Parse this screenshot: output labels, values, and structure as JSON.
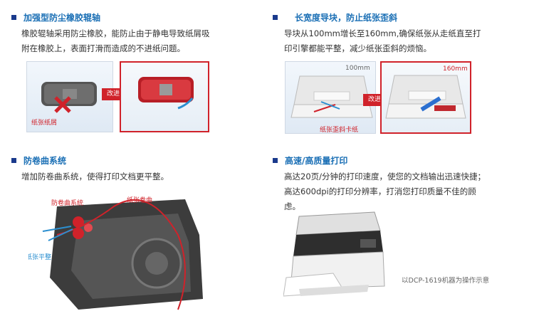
{
  "features": [
    {
      "title": "加强型防尘橡胶辊轴",
      "lines": [
        "橡胶辊轴采用防尘橡胶，能防止由于静电导致纸屑吸",
        "附在橡胶上，表面打滑而造成的不进纸问题。"
      ],
      "labels": {
        "before": "纸张纸屑",
        "after": "改进后"
      }
    },
    {
      "title": "长宽度导块，防止纸张歪斜",
      "lines": [
        "导块从100mm增长至160mm,确保纸张从走纸直至打",
        "印引擎都能平整，减少纸张歪斜的烦恼。"
      ],
      "labels": {
        "before_size": "100mm",
        "after_size": "160mm",
        "before": "纸张歪斜卡纸",
        "after": "改进后"
      }
    },
    {
      "title": "防卷曲系统",
      "lines": [
        "增加防卷曲系统，使得打印文档更平整。"
      ],
      "labels": {
        "system": "防卷曲系统",
        "curl": "纸张卷曲",
        "flat": "纸张平整"
      }
    },
    {
      "title": "高速/高质量打印",
      "lines": [
        "高达20页/分钟的打印速度，使您的文档输出迅速快捷；",
        "高达600dpi的打印分辨率，打消您打印质量不佳的顾",
        "虑。"
      ],
      "labels": {
        "caption": "以DCP-1619机器为操作示意"
      }
    }
  ],
  "colors": {
    "title": "#1a6fb5",
    "bullet": "#1a3a8c",
    "accent": "#d0222a",
    "blue_label": "#2b8fd0"
  }
}
